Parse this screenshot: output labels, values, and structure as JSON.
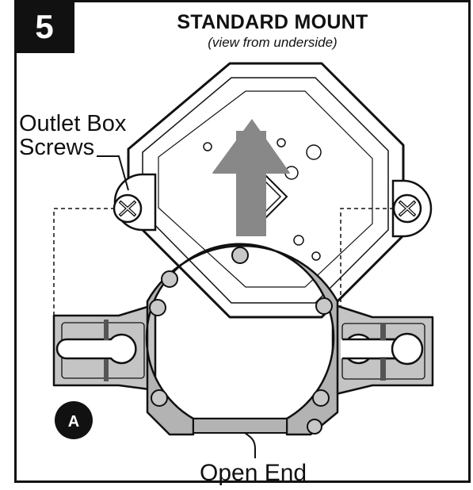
{
  "step": {
    "number": "5"
  },
  "header": {
    "title": "STANDARD MOUNT",
    "subtitle": "(view from underside)"
  },
  "labels": {
    "screws_line1": "Outlet Box",
    "screws_line2": "Screws",
    "open_end": "Open End",
    "callout_a": "A"
  },
  "colors": {
    "outline": "#111111",
    "arrow": "#888888",
    "bracket": "#b3b3b3",
    "bracket_dark": "#9a9a9a",
    "screw_tab": "#bdbdbd",
    "bar": "#555555"
  }
}
